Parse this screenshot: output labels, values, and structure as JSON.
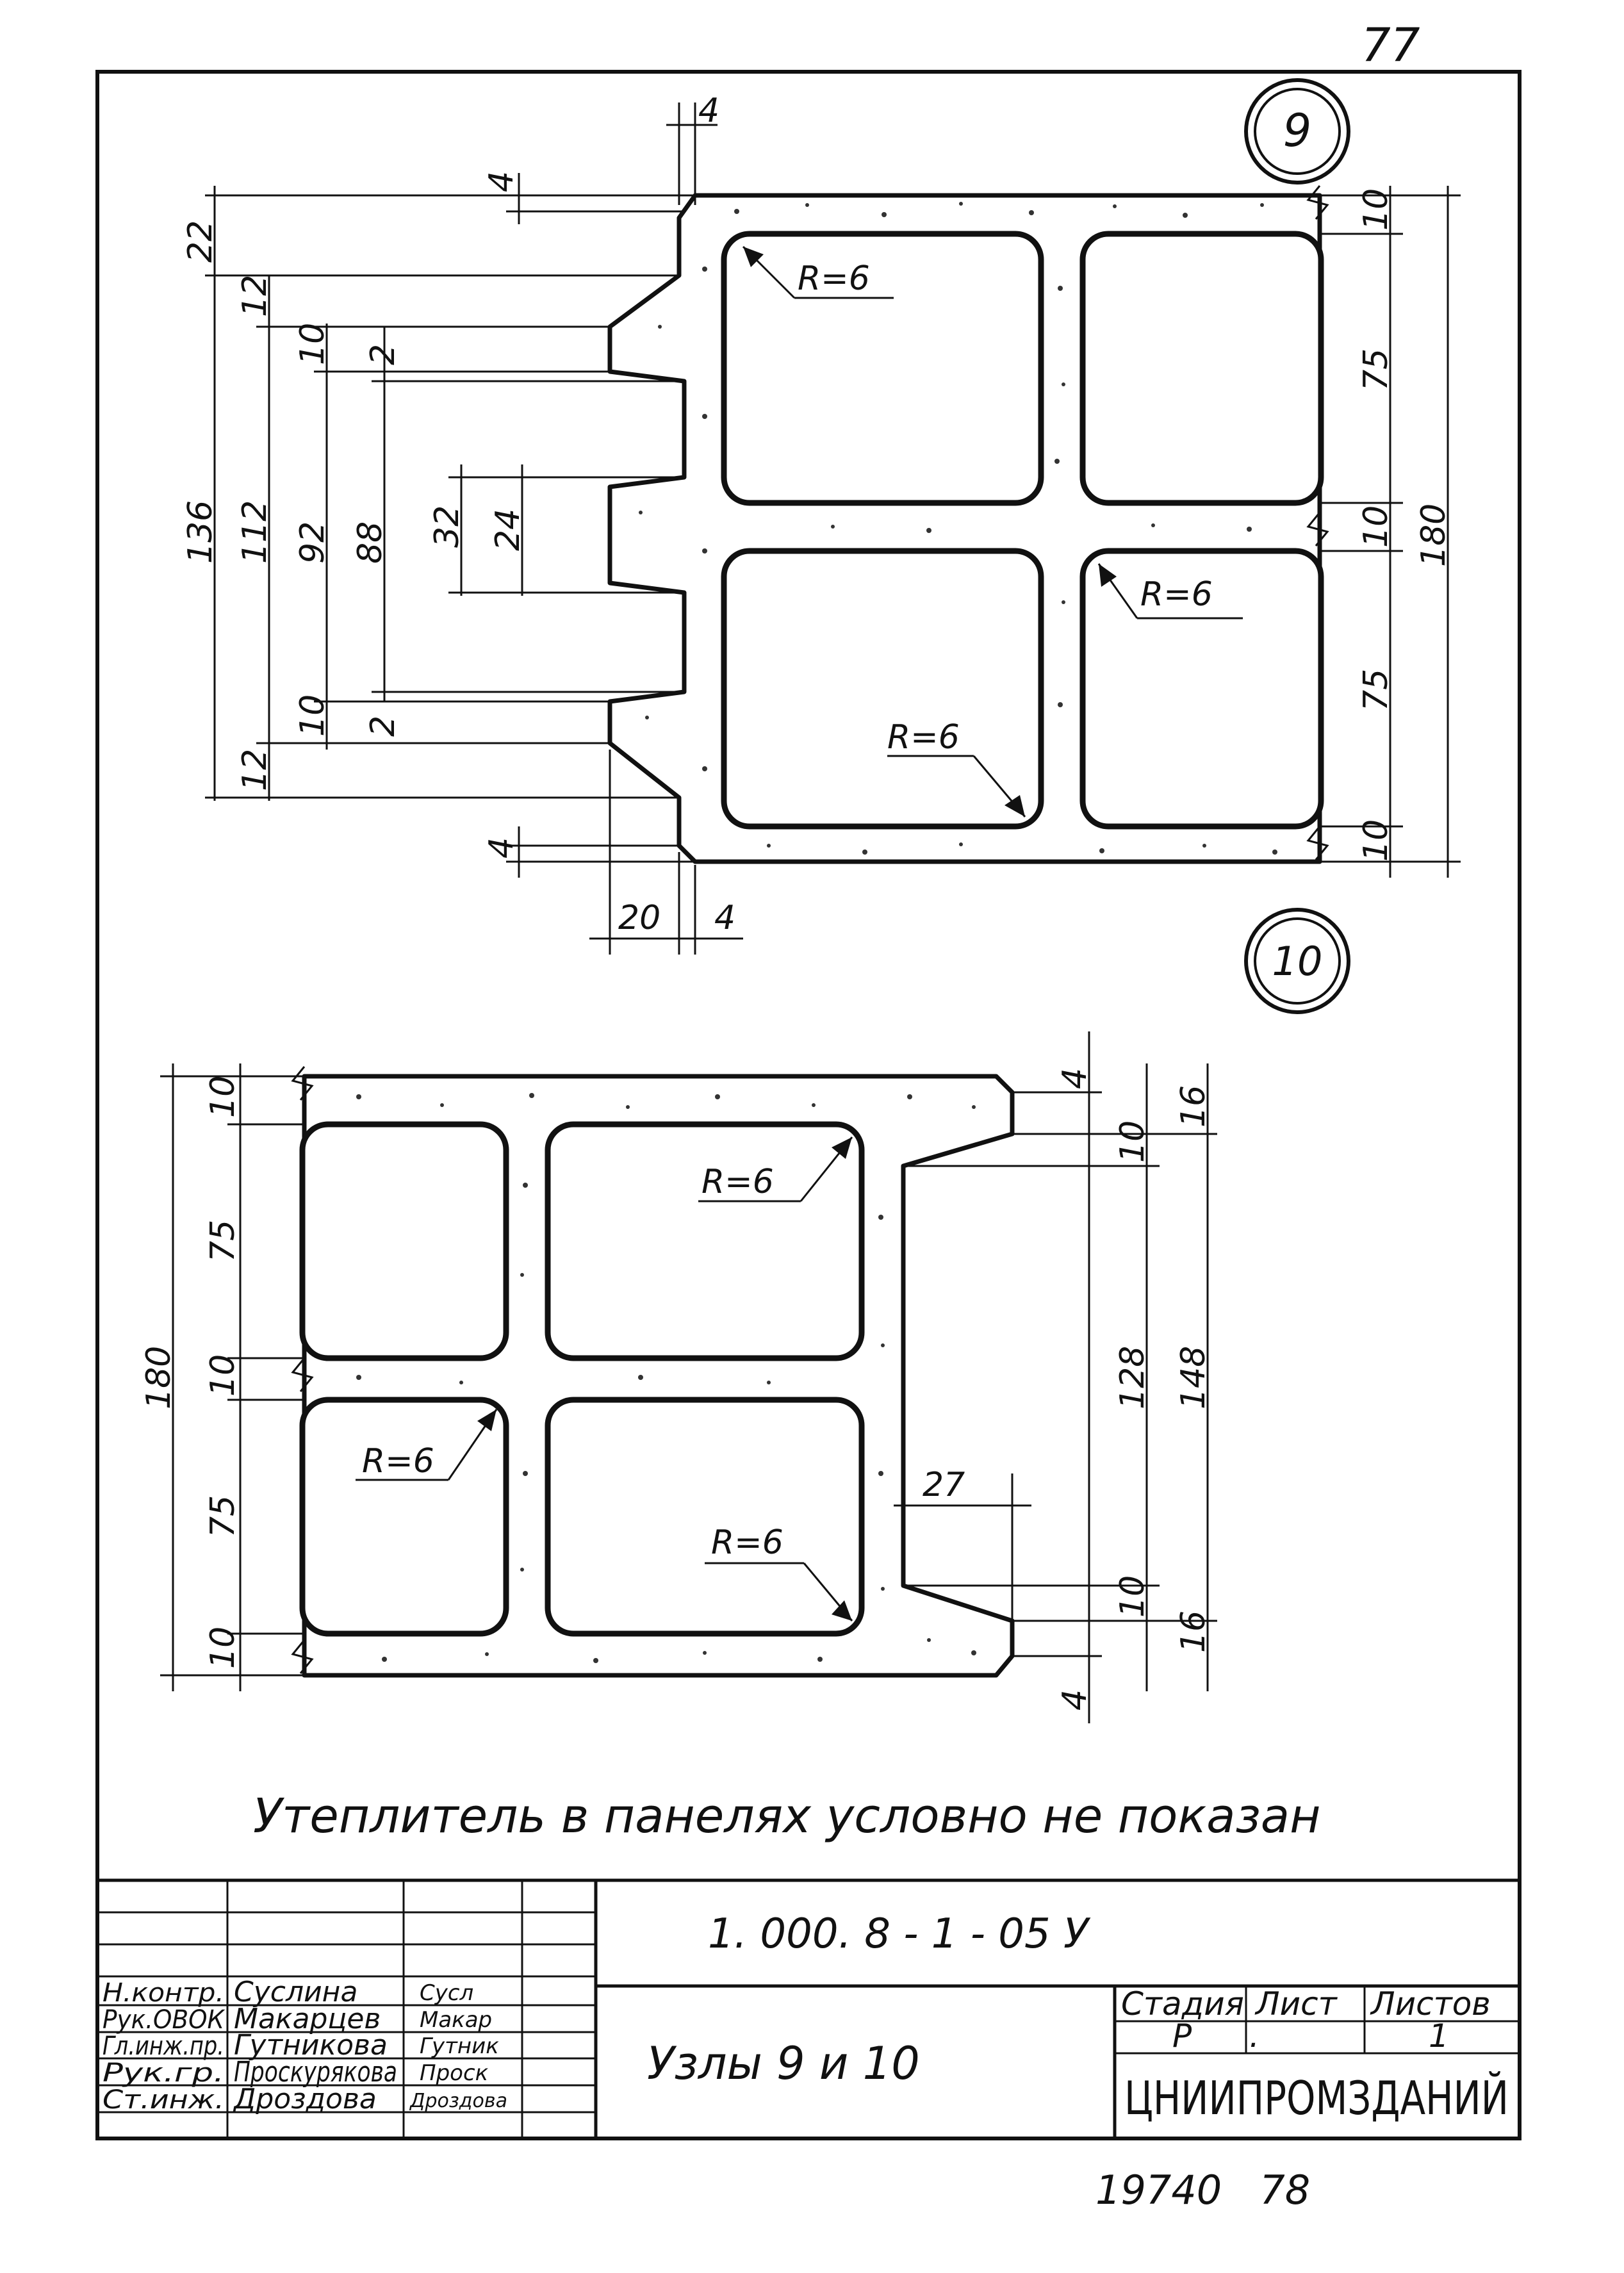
{
  "sheet": {
    "corner_number": "77",
    "bottom_number": "19740   78"
  },
  "node9": {
    "label": "9",
    "dims": {
      "top_offset": "4",
      "d22": "22",
      "d136": "136",
      "d112": "112",
      "d92": "92",
      "d88": "88",
      "d12_top": "12",
      "d10_top": "10",
      "d2_top": "2",
      "d32": "32",
      "d24": "24",
      "d10_bot": "10",
      "d2_bot": "2",
      "d12_bot": "12",
      "d4_bot": "4",
      "d20": "20",
      "d4_right": "4",
      "r10_top": "10",
      "r75_top": "75",
      "r10_mid": "10",
      "r180": "180",
      "r75_bot": "75",
      "r10_bot": "10"
    },
    "radius_labels": [
      "R=6",
      "R=6",
      "R=6"
    ]
  },
  "node10": {
    "label": "10",
    "dims": {
      "l10_top": "10",
      "l75_top": "75",
      "l10_mid": "10",
      "l180": "180",
      "l75_bot": "75",
      "l10_bot": "10",
      "r4_top": "4",
      "r16_top": "16",
      "r10_top": "10",
      "r128": "128",
      "r148": "148",
      "r10_bot": "10",
      "r16_bot": "16",
      "r4_bot": "4",
      "d27": "27"
    },
    "radius_labels": [
      "R=6",
      "R=6",
      "R=6"
    ]
  },
  "note": "Утеплитель в панелях условно не показан",
  "title_block": {
    "doc_code": "1. 000. 8 - 1 - 05 У",
    "title": "Узлы   9  и  10",
    "org": "ЦНИИПРОМЗДАНИЙ",
    "stage_header": "Стадия",
    "sheet_header": "Лист",
    "sheets_header": "Листов",
    "stage": "Р",
    "sheet": ".",
    "sheets": "1",
    "roles": [
      {
        "role": "Н.контр.",
        "name": "Суслина",
        "signature": "Сусл"
      },
      {
        "role": "Рук.ОВОК",
        "name": "Макарцев",
        "signature": "Макар"
      },
      {
        "role": "Гл.инж.пр.",
        "name": "Гутникова",
        "signature": "Гутник"
      },
      {
        "role": "Рук.гр.",
        "name": "Проскурякова",
        "signature": "Проск"
      },
      {
        "role": "Ст.инж.",
        "name": "Дроздова",
        "signature": "Дроздова"
      }
    ]
  }
}
